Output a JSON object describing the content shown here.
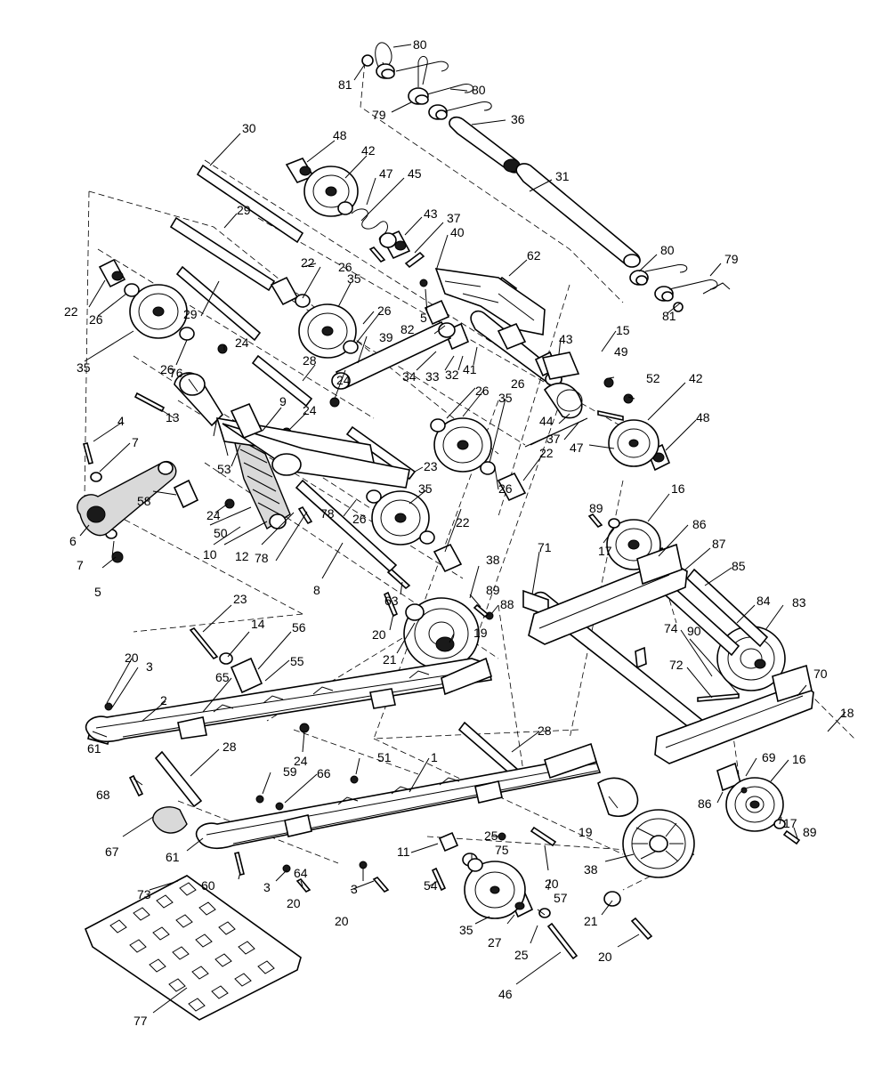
{
  "diagram": {
    "callouts": [
      {
        "id": "c80a",
        "text": "80"
      },
      {
        "id": "c81a",
        "text": "81"
      },
      {
        "id": "c79a",
        "text": "79"
      },
      {
        "id": "c80b",
        "text": "80"
      },
      {
        "id": "c36",
        "text": "36"
      },
      {
        "id": "c30",
        "text": "30"
      },
      {
        "id": "c48a",
        "text": "48"
      },
      {
        "id": "c42a",
        "text": "42"
      },
      {
        "id": "c47a",
        "text": "47"
      },
      {
        "id": "c45",
        "text": "45"
      },
      {
        "id": "c31",
        "text": "31"
      },
      {
        "id": "c29a",
        "text": "29"
      },
      {
        "id": "c43a",
        "text": "43"
      },
      {
        "id": "c37a",
        "text": "37"
      },
      {
        "id": "c40",
        "text": "40"
      },
      {
        "id": "c80c",
        "text": "80"
      },
      {
        "id": "c79b",
        "text": "79"
      },
      {
        "id": "c22a",
        "text": "22"
      },
      {
        "id": "c26a",
        "text": "26"
      },
      {
        "id": "c62",
        "text": "62"
      },
      {
        "id": "c22b",
        "text": "22"
      },
      {
        "id": "c26b",
        "text": "26"
      },
      {
        "id": "c29b",
        "text": "29"
      },
      {
        "id": "c35a",
        "text": "35"
      },
      {
        "id": "c5a",
        "text": "5"
      },
      {
        "id": "c81b",
        "text": "81"
      },
      {
        "id": "c26c",
        "text": "26"
      },
      {
        "id": "c82",
        "text": "82"
      },
      {
        "id": "c35b",
        "text": "35"
      },
      {
        "id": "c26d",
        "text": "26"
      },
      {
        "id": "c24a",
        "text": "24"
      },
      {
        "id": "c39",
        "text": "39"
      },
      {
        "id": "c43b",
        "text": "43"
      },
      {
        "id": "c15",
        "text": "15"
      },
      {
        "id": "c49",
        "text": "49"
      },
      {
        "id": "c28a",
        "text": "28"
      },
      {
        "id": "c34",
        "text": "34"
      },
      {
        "id": "c33",
        "text": "33"
      },
      {
        "id": "c32",
        "text": "32"
      },
      {
        "id": "c41",
        "text": "41"
      },
      {
        "id": "c76",
        "text": "76"
      },
      {
        "id": "c13",
        "text": "13"
      },
      {
        "id": "c24b",
        "text": "24"
      },
      {
        "id": "c52",
        "text": "52"
      },
      {
        "id": "c42b",
        "text": "42"
      },
      {
        "id": "c26e",
        "text": "26"
      },
      {
        "id": "c35c",
        "text": "35"
      },
      {
        "id": "c9",
        "text": "9"
      },
      {
        "id": "c24c",
        "text": "24"
      },
      {
        "id": "c44",
        "text": "44"
      },
      {
        "id": "c37b",
        "text": "37"
      },
      {
        "id": "c4",
        "text": "4"
      },
      {
        "id": "c48b",
        "text": "48"
      },
      {
        "id": "c7a",
        "text": "7"
      },
      {
        "id": "c47b",
        "text": "47"
      },
      {
        "id": "c26f",
        "text": "26"
      },
      {
        "id": "c23a",
        "text": "23"
      },
      {
        "id": "c22c",
        "text": "22"
      },
      {
        "id": "c53",
        "text": "53"
      },
      {
        "id": "c16a",
        "text": "16"
      },
      {
        "id": "c26g",
        "text": "26"
      },
      {
        "id": "c35d",
        "text": "35"
      },
      {
        "id": "c58",
        "text": "58"
      },
      {
        "id": "c24d",
        "text": "24"
      },
      {
        "id": "c26h",
        "text": "26"
      },
      {
        "id": "c89a",
        "text": "89"
      },
      {
        "id": "c50",
        "text": "50"
      },
      {
        "id": "c86a",
        "text": "86"
      },
      {
        "id": "c22d",
        "text": "22"
      },
      {
        "id": "c6",
        "text": "6"
      },
      {
        "id": "c10",
        "text": "10"
      },
      {
        "id": "c12",
        "text": "12"
      },
      {
        "id": "c78a",
        "text": "78"
      },
      {
        "id": "c78b",
        "text": "78"
      },
      {
        "id": "c17a",
        "text": "17"
      },
      {
        "id": "c87",
        "text": "87"
      },
      {
        "id": "c7b",
        "text": "7"
      },
      {
        "id": "c5b",
        "text": "5"
      },
      {
        "id": "c8",
        "text": "8"
      },
      {
        "id": "c85",
        "text": "85"
      },
      {
        "id": "c38a",
        "text": "38"
      },
      {
        "id": "c71",
        "text": "71"
      },
      {
        "id": "c63",
        "text": "63"
      },
      {
        "id": "c89b",
        "text": "89"
      },
      {
        "id": "c88",
        "text": "88"
      },
      {
        "id": "c84",
        "text": "84"
      },
      {
        "id": "c83",
        "text": "83"
      },
      {
        "id": "c23b",
        "text": "23"
      },
      {
        "id": "c14",
        "text": "14"
      },
      {
        "id": "c56",
        "text": "56"
      },
      {
        "id": "c20a",
        "text": "20"
      },
      {
        "id": "c21a",
        "text": "21"
      },
      {
        "id": "c19a",
        "text": "19"
      },
      {
        "id": "c74",
        "text": "74"
      },
      {
        "id": "c90",
        "text": "90"
      },
      {
        "id": "c55",
        "text": "55"
      },
      {
        "id": "c20b",
        "text": "20"
      },
      {
        "id": "c3a",
        "text": "3"
      },
      {
        "id": "c65",
        "text": "65"
      },
      {
        "id": "c72",
        "text": "72"
      },
      {
        "id": "c70",
        "text": "70"
      },
      {
        "id": "c2",
        "text": "2"
      },
      {
        "id": "c18",
        "text": "18"
      },
      {
        "id": "c61a",
        "text": "61"
      },
      {
        "id": "c24e",
        "text": "24"
      },
      {
        "id": "c28b",
        "text": "28"
      },
      {
        "id": "c28c",
        "text": "28"
      },
      {
        "id": "c69",
        "text": "69"
      },
      {
        "id": "c16b",
        "text": "16"
      },
      {
        "id": "c1",
        "text": "1"
      },
      {
        "id": "c51",
        "text": "51"
      },
      {
        "id": "c59",
        "text": "59"
      },
      {
        "id": "c66",
        "text": "66"
      },
      {
        "id": "c68",
        "text": "68"
      },
      {
        "id": "c86b",
        "text": "86"
      },
      {
        "id": "c17b",
        "text": "17"
      },
      {
        "id": "c89c",
        "text": "89"
      },
      {
        "id": "c19b",
        "text": "19"
      },
      {
        "id": "c67",
        "text": "67"
      },
      {
        "id": "c61b",
        "text": "61"
      },
      {
        "id": "c25a",
        "text": "25"
      },
      {
        "id": "c75",
        "text": "75"
      },
      {
        "id": "c11",
        "text": "11"
      },
      {
        "id": "c38b",
        "text": "38"
      },
      {
        "id": "c20c",
        "text": "20"
      },
      {
        "id": "c60",
        "text": "60"
      },
      {
        "id": "c3b",
        "text": "3"
      },
      {
        "id": "c64",
        "text": "64"
      },
      {
        "id": "c73",
        "text": "73"
      },
      {
        "id": "c3c",
        "text": "3"
      },
      {
        "id": "c54",
        "text": "54"
      },
      {
        "id": "c20d",
        "text": "20"
      },
      {
        "id": "c20e",
        "text": "20"
      },
      {
        "id": "c57",
        "text": "57"
      },
      {
        "id": "c21b",
        "text": "21"
      },
      {
        "id": "c35e",
        "text": "35"
      },
      {
        "id": "c27",
        "text": "27"
      },
      {
        "id": "c25b",
        "text": "25"
      },
      {
        "id": "c20f",
        "text": "20"
      },
      {
        "id": "c46",
        "text": "46"
      },
      {
        "id": "c77",
        "text": "77"
      }
    ]
  }
}
